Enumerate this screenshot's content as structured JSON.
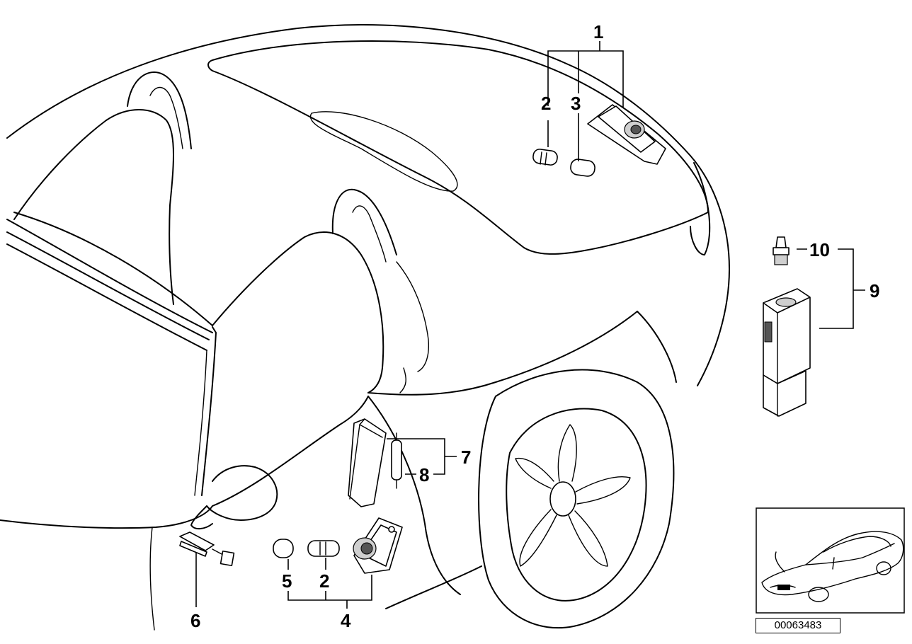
{
  "callouts": {
    "c1": "1",
    "c2_top": "2",
    "c3": "3",
    "c10": "10",
    "c9": "9",
    "c7": "7",
    "c8": "8",
    "c5": "5",
    "c2_bottom": "2",
    "c4": "4",
    "c6": "6"
  },
  "drawing_id": "00063483",
  "colors": {
    "line": "#000000",
    "background": "#ffffff",
    "shade": "#cfcfcf"
  }
}
